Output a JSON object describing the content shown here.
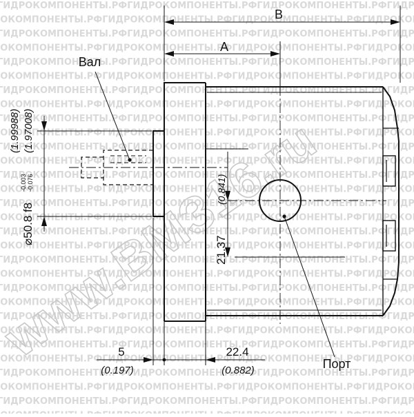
{
  "watermark": {
    "row_text": "ГИДРОКОМПОНЕНТЫ.РФГИДРОКОМПОНЕНТЫ.РФГИДРОКОМПОНЕНТЫ.РФГИДРОКОМПОНЕНТЫ.РФ",
    "site_text": "www.ВМЗ16.ru",
    "color": "#d9d9d9"
  },
  "dimensions": {
    "a_label": "A",
    "b_label": "B",
    "shaft_length_mm": "5",
    "shaft_length_in": "(0.197)",
    "port_offset_mm": "22.4",
    "port_offset_in": "(0.882)",
    "port_height_mm": "21.37",
    "port_height_in": "(0.841)",
    "pilot_diameter": "⌀50.8 f8",
    "pilot_tol_upper": "-0.003",
    "pilot_tol_lower": "-0.076",
    "pilot_in_upper": "(1.99988)",
    "pilot_in_lower": "(1.97008)"
  },
  "callouts": {
    "shaft": "Вал",
    "port": "Порт"
  }
}
